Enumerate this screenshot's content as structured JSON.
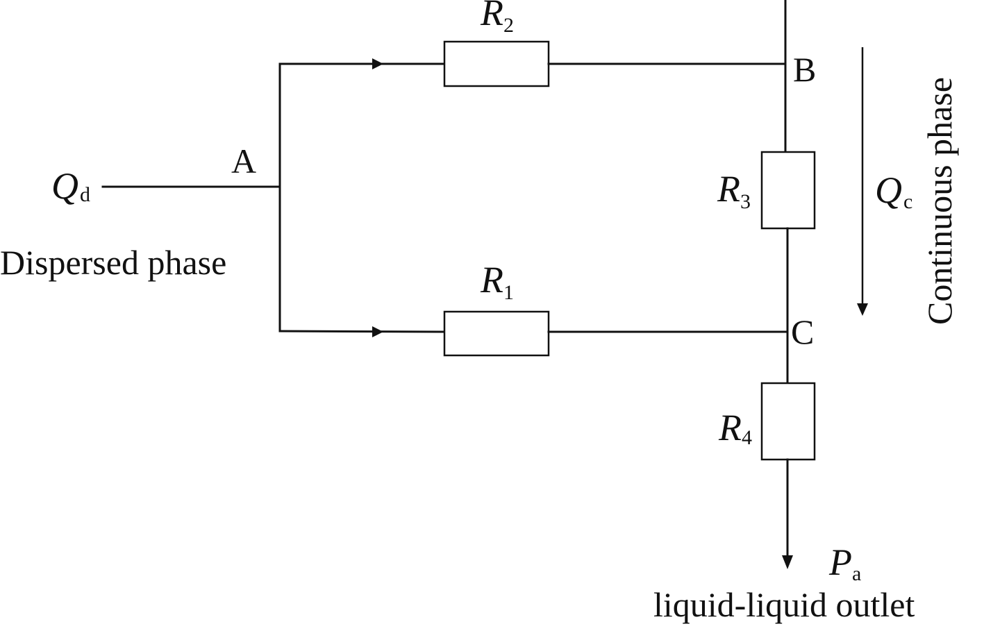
{
  "diagram": {
    "type": "equivalent-resistance-circuit",
    "colors": {
      "line": "#111111",
      "background": "#ffffff"
    },
    "inlet": {
      "flow_symbol": "Q",
      "flow_subscript": "d",
      "label": "Dispersed phase"
    },
    "nodes": {
      "A": "A",
      "B": "B",
      "C": "C"
    },
    "resistors": [
      {
        "id": "R1",
        "symbol": "R",
        "subscript": "1",
        "branch": "A-C (lower)"
      },
      {
        "id": "R2",
        "symbol": "R",
        "subscript": "2",
        "branch": "A-B (upper)"
      },
      {
        "id": "R3",
        "symbol": "R",
        "subscript": "3",
        "branch": "B-C (vertical)"
      },
      {
        "id": "R4",
        "symbol": "R",
        "subscript": "4",
        "branch": "C-outlet (vertical)"
      }
    ],
    "continuous": {
      "flow_symbol": "Q",
      "flow_subscript": "c",
      "label": "Continuous phase"
    },
    "outlet": {
      "pressure_symbol": "P",
      "pressure_subscript": "a",
      "label": "liquid-liquid outlet"
    }
  }
}
